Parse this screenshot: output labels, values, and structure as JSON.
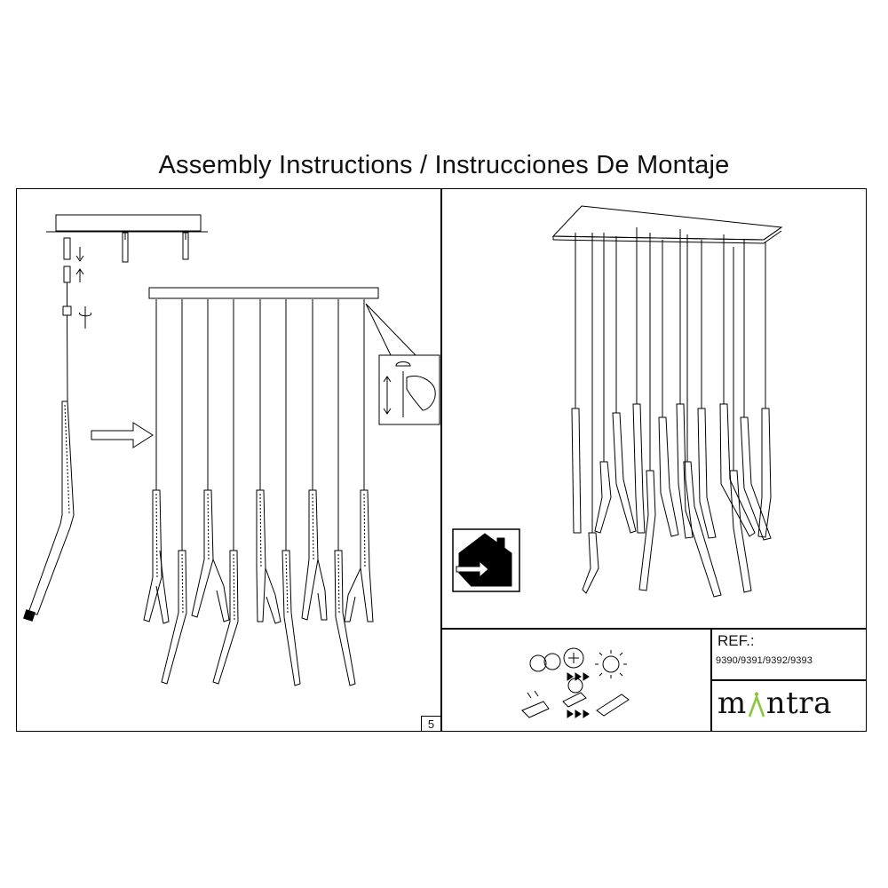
{
  "document": {
    "title": "Assembly Instructions / Instrucciones De Montaje",
    "page_number": "5"
  },
  "reference": {
    "label": "REF.:",
    "codes": "9390/9391/9392/9393"
  },
  "brand": {
    "left": "m",
    "right": "ntra",
    "accent_color": "#8cc63f"
  },
  "icons": {
    "indoor_use": "house-indoor-icon",
    "led_driver": "led-driver-icon"
  },
  "colors": {
    "line": "#000000",
    "background": "#ffffff"
  }
}
